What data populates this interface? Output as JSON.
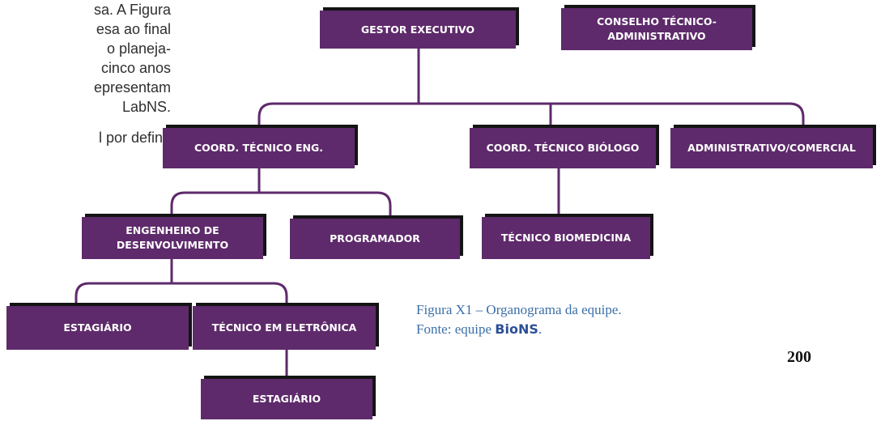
{
  "body_text": {
    "lines": [
      "sa. A Figura",
      "esa ao final",
      "o planeja-",
      "cinco anos",
      "epresentam",
      "LabNS.",
      "",
      "l por definir"
    ]
  },
  "org_chart": {
    "gestor": "GESTOR EXECUTIVO",
    "conselho": "CONSELHO TÉCNICO-\nADMINISTRATIVO",
    "coord_eng": "COORD. TÉCNICO ENG.",
    "coord_bio": "COORD. TÉCNICO BIÓLOGO",
    "administrativo": "ADMINISTRATIVO/COMERCIAL",
    "engenheiro": "ENGENHEIRO DE\nDESENVOLVIMENTO",
    "programador": "PROGRAMADOR",
    "tecnico_biomedicina": "TÉCNICO BIOMEDICINA",
    "estagiario_1": "ESTAGIÁRIO",
    "tecnico_eletronica": "TÉCNICO EM ELETRÔNICA",
    "estagiario_2": "ESTAGIÁRIO"
  },
  "caption": {
    "line1": "Figura X1 – Organograma da equipe.",
    "line2_prefix": "Fonte: equipe ",
    "brand": "BioNS",
    "line2_suffix": "."
  },
  "page_number": "200",
  "colors": {
    "node_fill": "#5e2a6b",
    "node_shadow": "#141414",
    "caption": "#3b6fa8"
  }
}
